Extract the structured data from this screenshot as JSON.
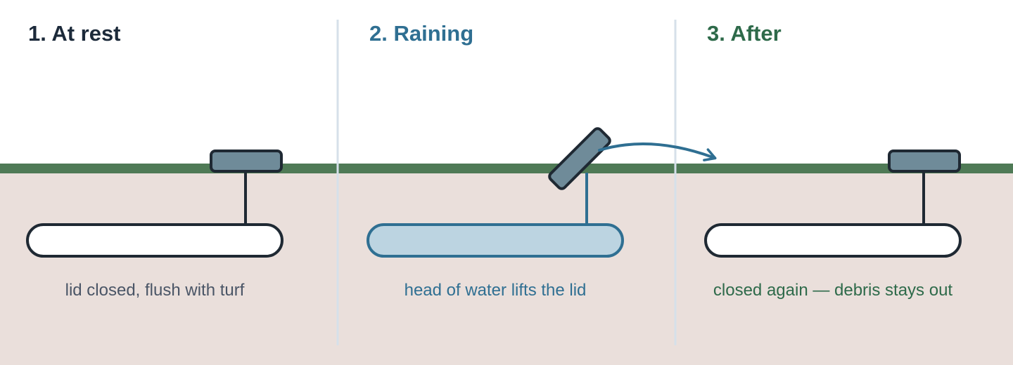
{
  "panels": [
    {
      "title": "1. At rest",
      "caption": "lid closed, flush with turf"
    },
    {
      "title": "2. Raining",
      "caption": "head of water lifts the lid"
    },
    {
      "title": "3. After",
      "caption": "closed again — debris stays out"
    }
  ],
  "colors": {
    "turf": "#4f7a56",
    "soil": "#eadfdb",
    "divider": "#d6e0ea",
    "outline": "#1f2933",
    "lid": "#6f8b99",
    "raining_stroke": "#2f6f92",
    "raining_fill": "#bcd4e1",
    "pipe_fill": "#ffffff",
    "title_rest": "#1c2a3a",
    "title_raining": "#2f6f92",
    "title_after": "#2e6a4a"
  }
}
